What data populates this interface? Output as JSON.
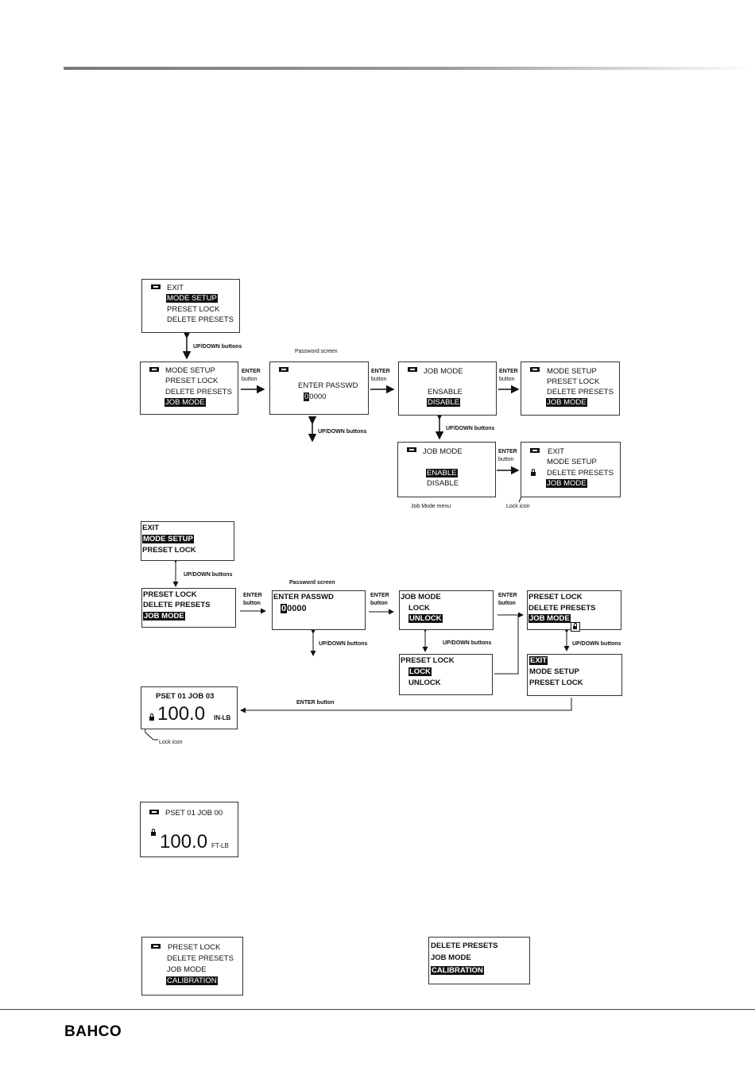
{
  "footer": {
    "logo": "BAHCO"
  },
  "diagram1": {
    "menu_top": [
      "EXIT",
      "MODE SETUP",
      "PRESET LOCK",
      "DELETE PRESETS"
    ],
    "updown_1": "UP/DOWN buttons",
    "menu_a": [
      "MODE SETUP",
      "PRESET LOCK",
      "DELETE PRESETS",
      "JOB MODE"
    ],
    "enter_1": [
      "ENTER",
      "button"
    ],
    "password_caption": "Password screen",
    "password_label": "ENTER PASSWD",
    "password_first": "0",
    "password_rest": "0000",
    "enter_2": [
      "ENTER",
      "button"
    ],
    "jobmode_1": [
      "JOB MODE",
      "ENSABLE",
      "DISABLE"
    ],
    "enter_3": [
      "ENTER",
      "button"
    ],
    "menu_b": [
      "MODE SETUP",
      "PRESET LOCK",
      "DELETE PRESETS",
      "JOB MODE"
    ],
    "updown_2": "UP/DOWN buttons",
    "updown_3": "UP/DOWN buttons",
    "jobmode_2": [
      "JOB MODE",
      "ENABLE",
      "DISABLE"
    ],
    "jobmode_caption": "Job Mode menu",
    "enter_4": [
      "ENTER",
      "button"
    ],
    "menu_c": [
      "EXIT",
      "MODE SETUP",
      "DELETE PRESETS",
      "JOB MODE"
    ],
    "lock_caption": "Lock icon"
  },
  "diagram2": {
    "menu_top": [
      "EXIT",
      "MODE SETUP",
      "PRESET LOCK"
    ],
    "updown_1": "UP/DOWN buttons",
    "menu_a": [
      "PRESET LOCK",
      "DELETE PRESETS",
      "JOB MODE"
    ],
    "enter_1": [
      "ENTER",
      "button"
    ],
    "password_caption": "Password screen",
    "password_label": "ENTER PASSWD",
    "password_first": "0",
    "password_rest": "0000",
    "updown_2": "UP/DOWN buttons",
    "enter_2": [
      "ENTER",
      "button"
    ],
    "jobmode": [
      "JOB MODE",
      "LOCK",
      "UNLOCK"
    ],
    "updown_3": "UP/DOWN buttons",
    "enter_3": [
      "ENTER",
      "button"
    ],
    "menu_b": [
      "PRESET LOCK",
      "DELETE PRESETS",
      "JOB MODE"
    ],
    "updown_4": "UP/DOWN buttons",
    "presetlock": [
      "PRESET LOCK",
      "LOCK",
      "UNLOCK"
    ],
    "menu_c": [
      "EXIT",
      "MODE SETUP",
      "PRESET LOCK"
    ],
    "enter_bottom": "ENTER button",
    "display": {
      "header": "PSET 01  JOB  03",
      "value": "100.0",
      "unit": "IN-LB"
    },
    "lock_caption": "Lock icon"
  },
  "display_screen": {
    "header": "PSET 01  JOB 00",
    "value": "100.0",
    "unit": "FT-LB"
  },
  "calib_a": [
    "PRESET LOCK",
    "DELETE PRESETS",
    "JOB MODE",
    "CALIBRATION"
  ],
  "calib_b": [
    "DELETE PRESETS",
    "JOB MODE",
    "CALIBRATION"
  ]
}
